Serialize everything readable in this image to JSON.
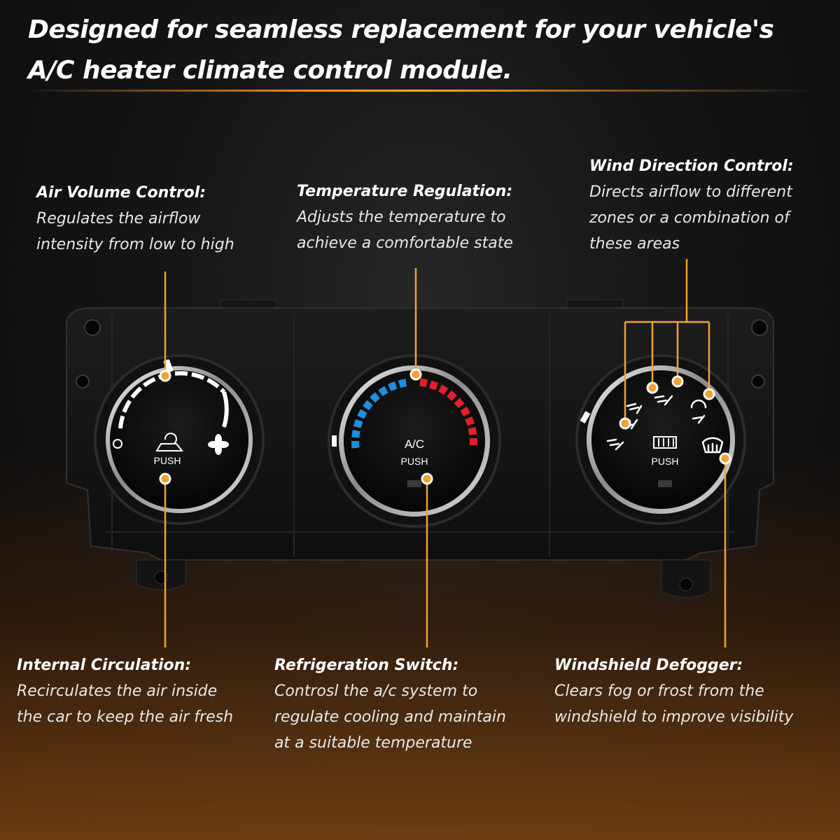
{
  "headline": {
    "line1": "Designed for seamless replacement for your vehicle's",
    "line2": "A/C heater climate control module."
  },
  "callouts": {
    "air_volume": {
      "title": "Air Volume Control:",
      "lines": [
        "Regulates the airflow",
        "intensity from low to high"
      ]
    },
    "temperature": {
      "title": "Temperature Regulation:",
      "lines": [
        "Adjusts the temperature to",
        "achieve a comfortable state"
      ]
    },
    "wind_direction": {
      "title": "Wind Direction Control:",
      "lines": [
        "Directs airflow to different",
        "zones or a combination of",
        "these areas"
      ]
    },
    "internal_circulation": {
      "title": "Internal Circulation:",
      "lines": [
        "Recirculates the air inside",
        "the car to keep the air fresh"
      ]
    },
    "refrigeration": {
      "title": "Refrigeration Switch:",
      "lines": [
        "Controsl the a/c system to",
        "regulate cooling and maintain",
        "at a suitable temperature"
      ]
    },
    "defogger": {
      "title": "Windshield Defogger:",
      "lines": [
        "Clears fog or frost from the",
        "windshield to improve visibility"
      ]
    }
  },
  "knobs": {
    "fan": {
      "push_label": "PUSH",
      "low_symbol": "○",
      "icon": "recirculation-car-icon",
      "high_icon": "fan-icon"
    },
    "temp": {
      "label": "A/C",
      "push_label": "PUSH",
      "cold_color": "#1e8fe0",
      "hot_color": "#e0202a"
    },
    "mode": {
      "push_label": "PUSH",
      "icon": "rear-defrost-icon",
      "defrost_icon": "windshield-defrost-icon"
    }
  },
  "colors": {
    "accent": "#f5a030",
    "text": "#ffffff"
  }
}
